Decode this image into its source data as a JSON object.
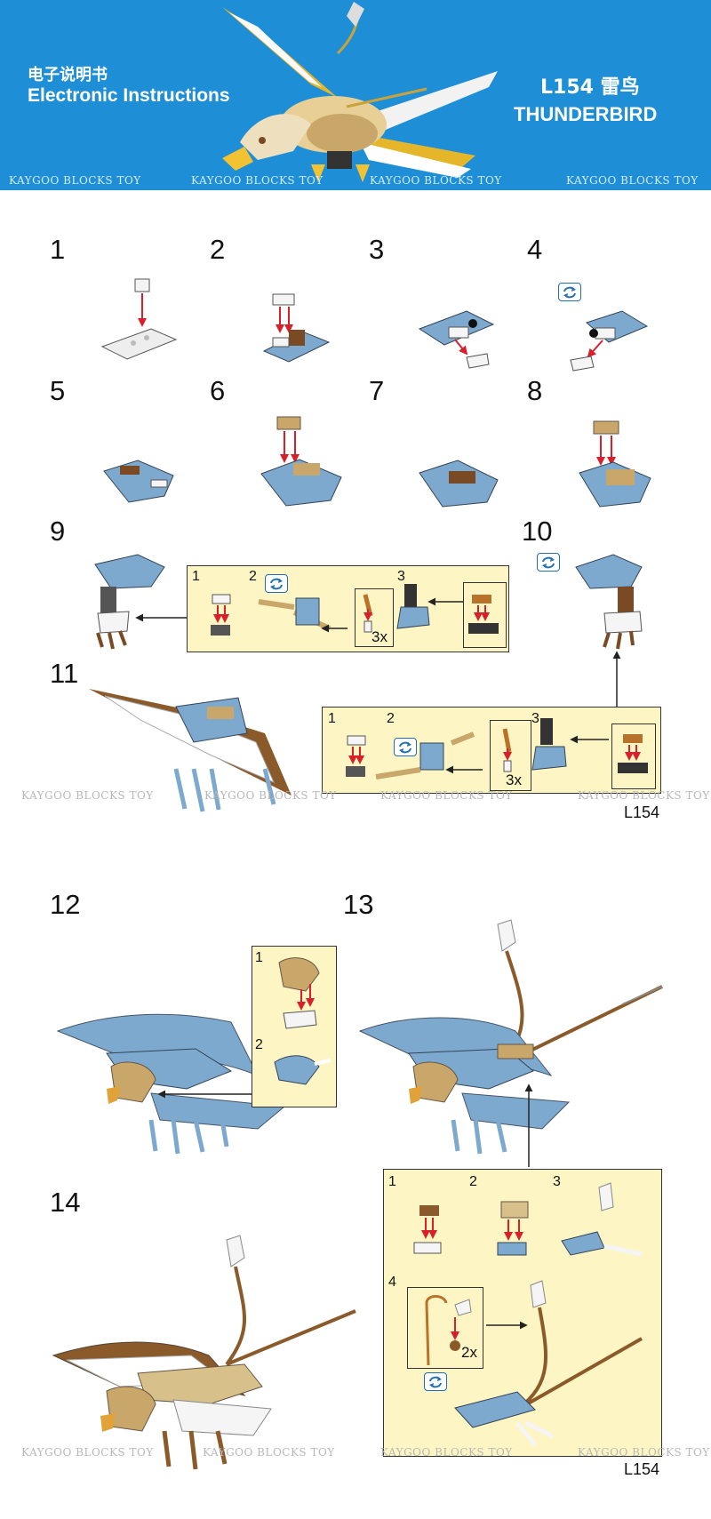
{
  "header": {
    "title_cn": "电子说明书",
    "title_en": "Electronic Instructions",
    "model_cn": "L154 雷鸟",
    "model_name": "THUNDERBIRD",
    "watermark": "KAYGOO BLOCKS TOY"
  },
  "steps": [
    "1",
    "2",
    "3",
    "4",
    "5",
    "6",
    "7",
    "8",
    "9",
    "10",
    "11",
    "12",
    "13",
    "14"
  ],
  "callouts": {
    "step9": {
      "subs": [
        "1",
        "2",
        "3"
      ],
      "qty": "3x"
    },
    "step10": {
      "subs": [
        "1",
        "2",
        "3"
      ],
      "qty": "3x"
    },
    "step12": {
      "subs": [
        "1",
        "2"
      ]
    },
    "step13": {
      "subs": [
        "1",
        "2",
        "3",
        "4"
      ],
      "qty": "2x"
    }
  },
  "page_code": "L154",
  "colors": {
    "header_bg": "#1e8fd6",
    "callout_bg": "#fdf6c4",
    "brick_blue": "#7ea9cf",
    "brick_tan": "#c9a76a",
    "brick_brown": "#7a4a24",
    "arrow_red": "#d8202a"
  }
}
